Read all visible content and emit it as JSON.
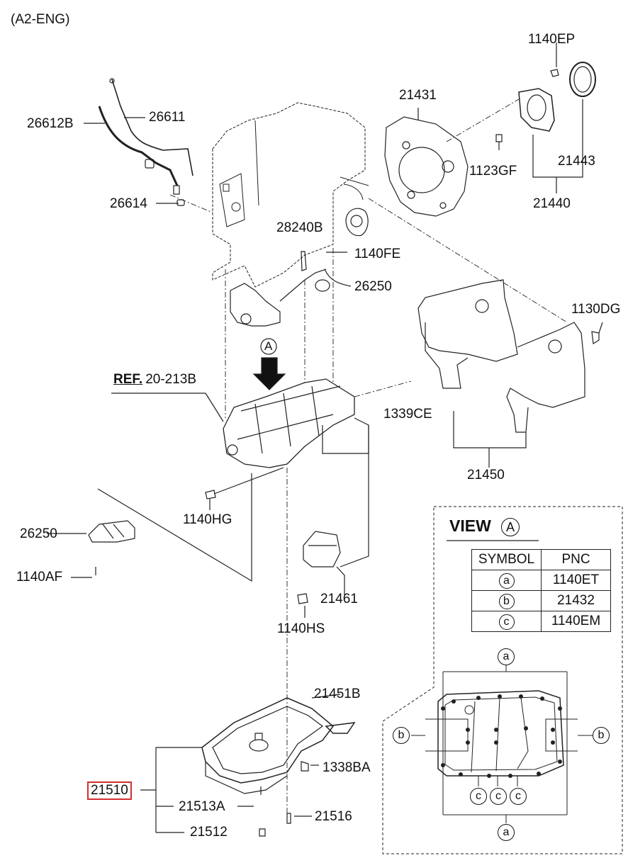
{
  "header": {
    "engine_code": "(A2-ENG)"
  },
  "labels": {
    "p26612b": "26612B",
    "p26611": "26611",
    "p26614": "26614",
    "p21431": "21431",
    "p1140ep": "1140EP",
    "p1123gf": "1123GF",
    "p21443": "21443",
    "p21440": "21440",
    "p28240b": "28240B",
    "p1140fe": "1140FE",
    "p26250_top": "26250",
    "p1130dg": "1130DG",
    "p1339ce": "1339CE",
    "p21450": "21450",
    "ref_prefix": "REF.",
    "ref_code": "20-213B",
    "arrow_marker": "A",
    "p1140hg": "1140HG",
    "p26250_bottom": "26250",
    "p1140af": "1140AF",
    "p21461": "21461",
    "p1140hs": "1140HS",
    "p21451b": "21451B",
    "p1338ba": "1338BA",
    "p21510": "21510",
    "p21513a": "21513A",
    "p21516": "21516",
    "p21512": "21512"
  },
  "view_a": {
    "title": "VIEW",
    "marker": "A",
    "table_headers": [
      "SYMBOL",
      "PNC"
    ],
    "table_rows": [
      {
        "symbol": "a",
        "pnc": "1140ET"
      },
      {
        "symbol": "b",
        "pnc": "21432"
      },
      {
        "symbol": "c",
        "pnc": "1140EM"
      }
    ],
    "callouts": {
      "top": "a",
      "bottom": "a",
      "left": "b",
      "right": "b",
      "c1": "c",
      "c2": "c",
      "c3": "c"
    }
  },
  "colors": {
    "highlight_border": "#d32f2f",
    "line": "#222222"
  }
}
